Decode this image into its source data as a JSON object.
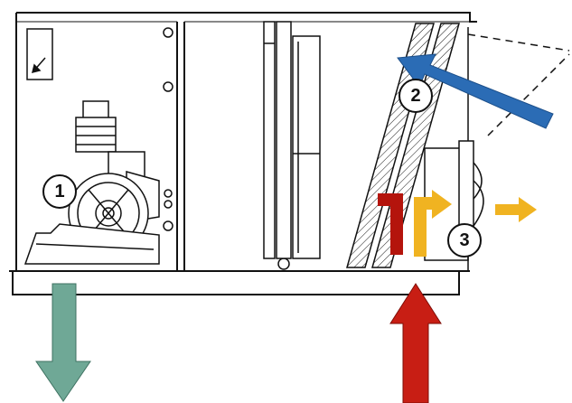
{
  "callouts": [
    {
      "id": "1",
      "label": "1"
    },
    {
      "id": "2",
      "label": "2"
    },
    {
      "id": "3",
      "label": "3"
    }
  ],
  "colors": {
    "exhaust_air_arrow": "#6fa896",
    "supply_air_arrow": "#c81e14",
    "outside_air_arrow": "#2b6cb5",
    "heat_arrow_red": "#b4140c",
    "heat_arrow_yellow": "#f0b321",
    "discharge_arrow": "#f0b321",
    "line": "#111111"
  },
  "icons": [
    "motor-icon",
    "fan-wheel-icon",
    "coil-icon",
    "filter-icon",
    "damper-icon"
  ]
}
